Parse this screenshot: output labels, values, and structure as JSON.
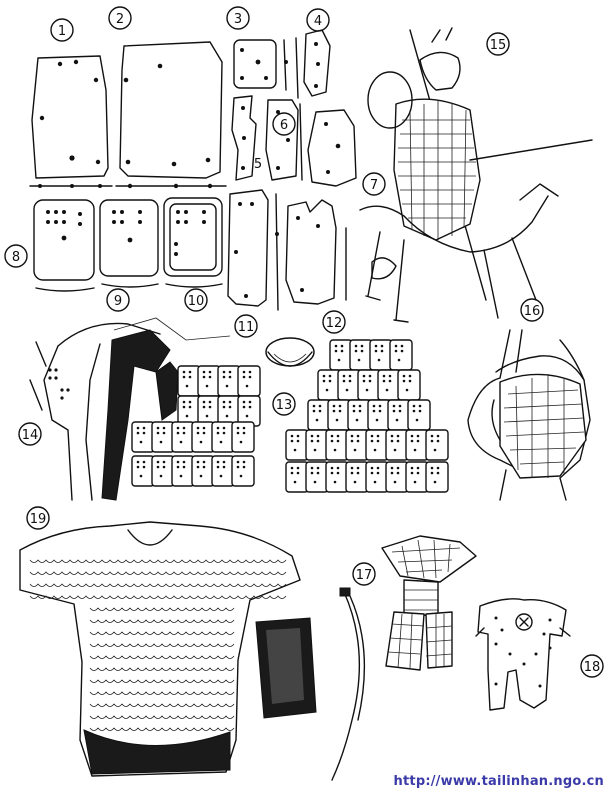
{
  "figure_labels": [
    "1",
    "2",
    "3",
    "4",
    "5",
    "6",
    "7",
    "8",
    "9",
    "10",
    "11",
    "12",
    "13",
    "14",
    "15",
    "16",
    "17",
    "18",
    "19"
  ],
  "watermark_url": "http://www.tailinhan.ngo.cn",
  "colors": {
    "ink": "#111111",
    "watermark": "#3a3aa8",
    "background": "#ffffff"
  }
}
